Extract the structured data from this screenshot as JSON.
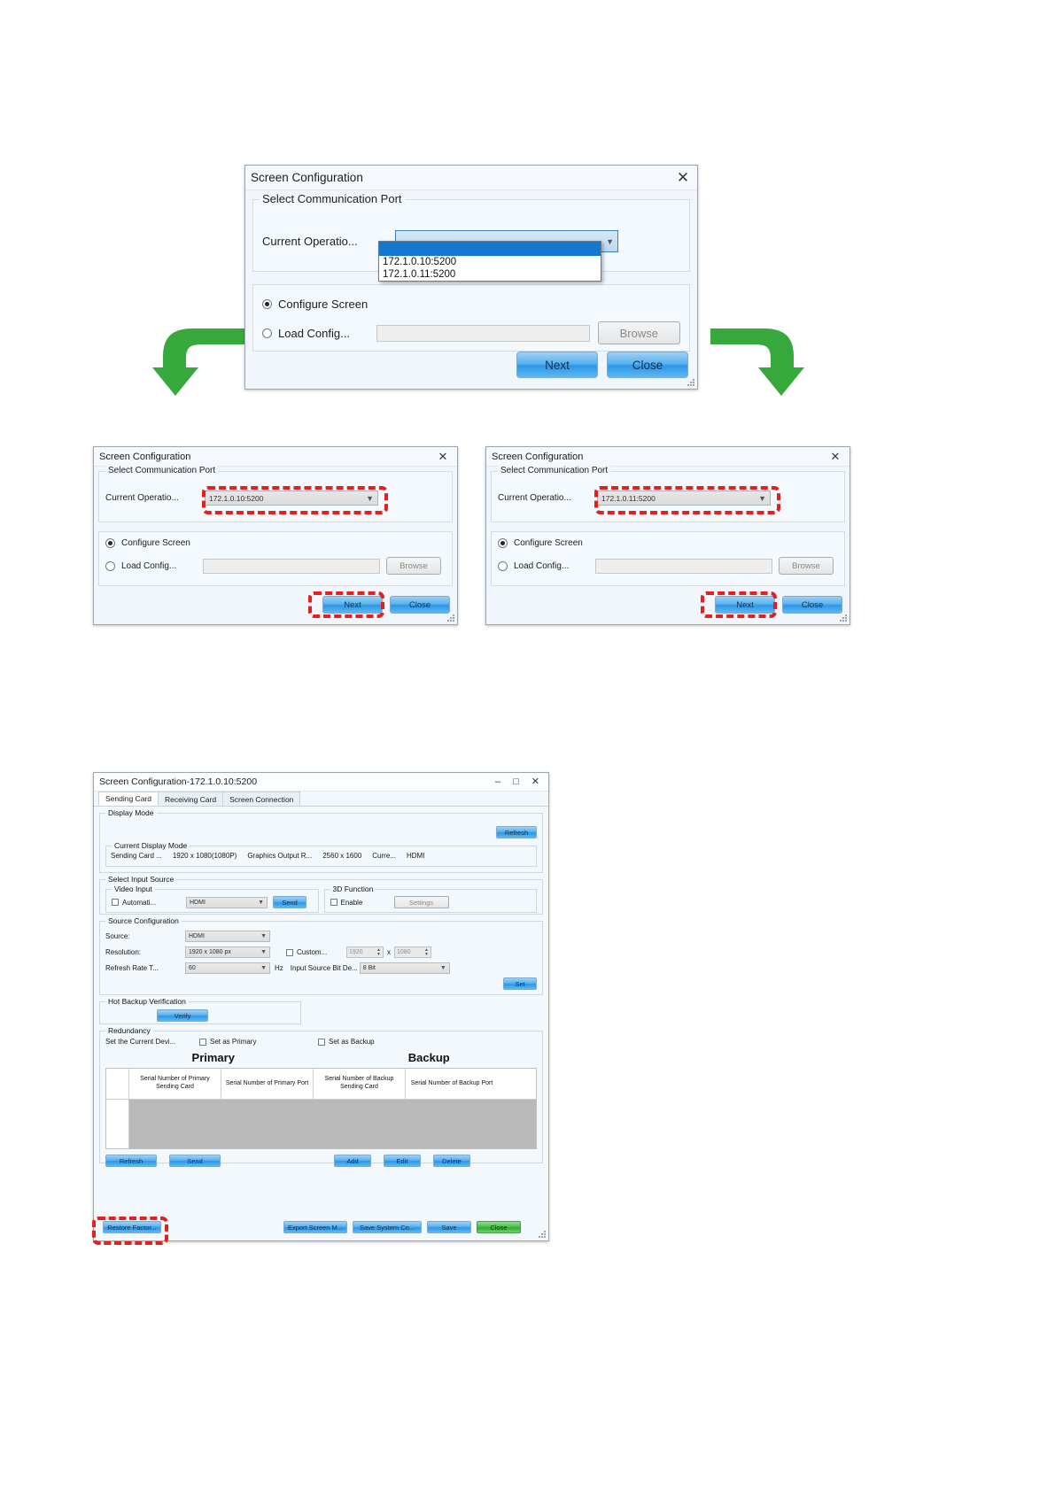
{
  "top_dialog": {
    "title": "Screen Configuration",
    "close_icon": "close-icon",
    "group_legend": "Select Communication Port",
    "current_operation_label": "Current Operatio...",
    "combo_value": "",
    "dropdown_options": [
      "",
      "172.1.0.10:5200",
      "172.1.0.11:5200"
    ],
    "configure_screen_label": "Configure Screen",
    "load_config_label": "Load Config...",
    "load_config_value": "",
    "browse_label": "Browse",
    "next_label": "Next",
    "close_label": "Close"
  },
  "left_dialog": {
    "title": "Screen Configuration",
    "group_legend": "Select Communication Port",
    "current_operation_label": "Current Operatio...",
    "combo_value": "172.1.0.10:5200",
    "configure_screen_label": "Configure Screen",
    "load_config_label": "Load Config...",
    "load_config_value": "",
    "browse_label": "Browse",
    "next_label": "Next",
    "close_label": "Close"
  },
  "right_dialog": {
    "title": "Screen Configuration",
    "group_legend": "Select Communication Port",
    "current_operation_label": "Current Operatio...",
    "combo_value": "172.1.0.11:5200",
    "configure_screen_label": "Configure Screen",
    "load_config_label": "Load Config...",
    "load_config_value": "",
    "browse_label": "Browse",
    "next_label": "Next",
    "close_label": "Close"
  },
  "main_window": {
    "title": "Screen Configuration-172.1.0.10:5200",
    "minimize_icon": "minimize-icon",
    "maximize_icon": "maximize-icon",
    "close_icon": "close-icon",
    "tabs": [
      {
        "label": "Sending Card",
        "active": true
      },
      {
        "label": "Receiving Card",
        "active": false
      },
      {
        "label": "Screen Connection",
        "active": false
      }
    ],
    "display_mode": {
      "legend": "Display Mode",
      "refresh_label": "Refresh",
      "current_display_mode": {
        "legend": "Current Display Mode",
        "fields": [
          {
            "label": "Sending Card ...",
            "value": "1920 x 1080(1080P)"
          },
          {
            "label": "Graphics Output R...",
            "value": "2560 x 1600"
          },
          {
            "label": "Curre...",
            "value": "HDMI"
          }
        ]
      }
    },
    "select_input_source": {
      "legend": "Select Input Source",
      "video_input": {
        "legend": "Video Input",
        "auto_label": "Automati...",
        "auto_checked": false,
        "source_value": "HDMI",
        "send_label": "Send"
      },
      "three_d": {
        "legend": "3D Function",
        "enable_label": "Enable",
        "enable_checked": false,
        "settings_label": "Settings"
      }
    },
    "source_configuration": {
      "legend": "Source Configuration",
      "source_label": "Source:",
      "source_value": "HDMI",
      "resolution_label": "Resolution:",
      "resolution_value": "1920 x 1080 px",
      "custom_label": "Custom...",
      "custom_checked": false,
      "custom_width": "1920",
      "custom_x": "x",
      "custom_height": "1080",
      "refresh_rate_label": "Refresh Rate T...",
      "refresh_rate_value": "60",
      "hz_label": "Hz",
      "bit_depth_label": "Input Source Bit De...",
      "bit_depth_value": "8 Bit",
      "set_label": "Set"
    },
    "hot_backup": {
      "legend": "Hot Backup Verification",
      "verify_label": "Verify"
    },
    "redundancy": {
      "legend": "Redundancy",
      "set_current_label": "Set the Current Devi...",
      "set_primary_label": "Set as Primary",
      "set_primary_checked": false,
      "set_backup_label": "Set as Backup",
      "set_backup_checked": false,
      "primary_heading": "Primary",
      "backup_heading": "Backup",
      "table_headers": [
        "Serial Number of Primary Sending Card",
        "Serial Number of Primary Port",
        "Serial Number of Backup Sending Card",
        "Serial Number of Backup Port"
      ],
      "table_rows": [],
      "refresh_label": "Refresh",
      "send_label": "Send",
      "add_label": "Add",
      "edit_label": "Edit",
      "delete_label": "Delete"
    },
    "footer": {
      "restore_factory_label": "Restore Factor...",
      "export_screen_label": "Export Screen M...",
      "save_system_label": "Save System Co...",
      "save_label": "Save",
      "close_label": "Close"
    }
  },
  "annotations": {
    "arrow_left": "green-arrow-down-left",
    "arrow_right": "green-arrow-down-right",
    "highlight_color": "#e3201d",
    "accent_color": "#2d96e8",
    "selection_color": "#1378ce"
  }
}
